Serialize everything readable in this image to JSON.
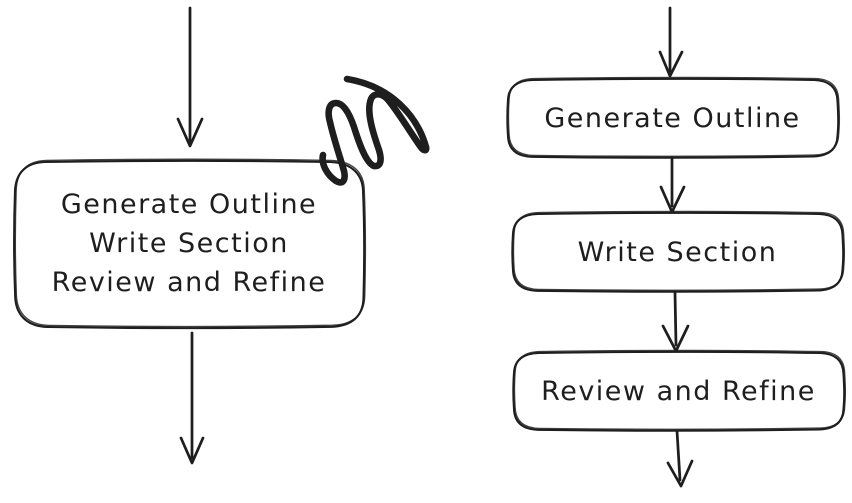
{
  "colors": {
    "stroke": "#1e1e1e",
    "canvas_background": "#ffffff"
  },
  "left_flow": {
    "combined_step_lines": [
      "Generate Outline",
      "Write Section",
      "Review and Refine"
    ],
    "annotation_icon": "scratch-out-scribble-icon"
  },
  "right_flow": {
    "steps": [
      "Generate Outline",
      "Write Section",
      "Review and Refine"
    ]
  }
}
